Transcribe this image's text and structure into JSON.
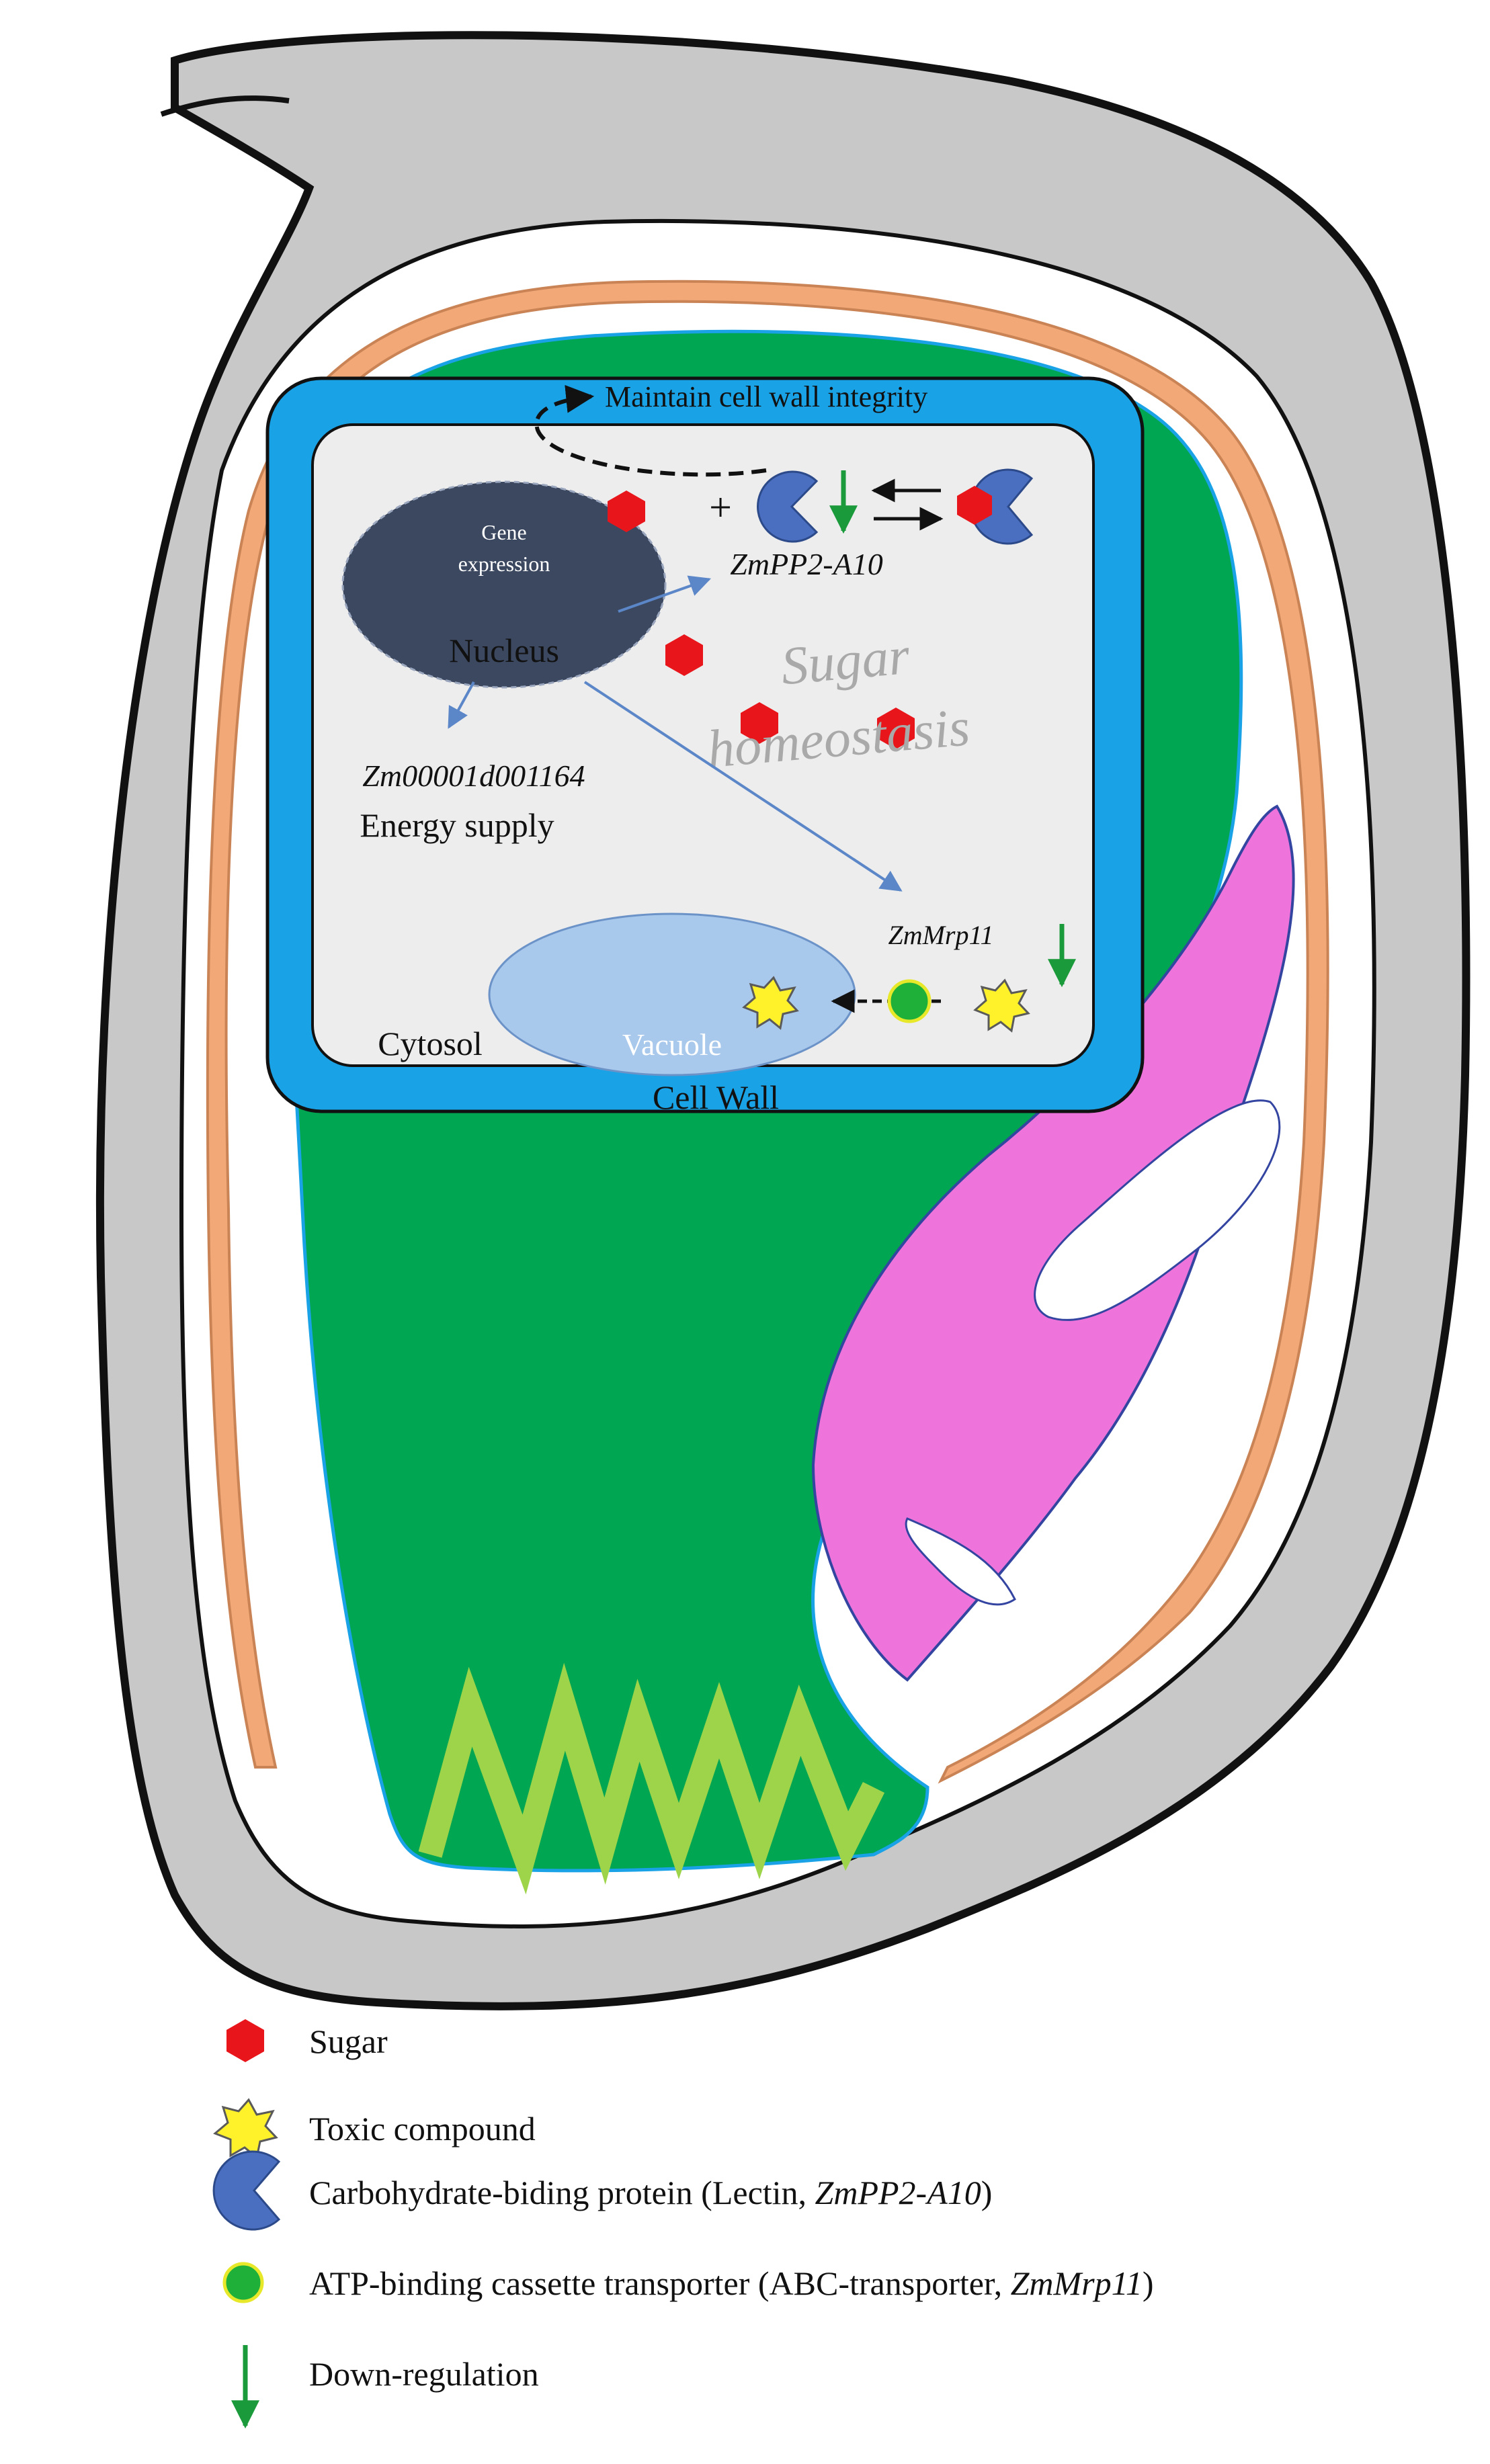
{
  "labels": {
    "maintain": "Maintain cell wall integrity",
    "gene_expression_1": "Gene",
    "gene_expression_2": "expression",
    "nucleus": "Nucleus",
    "plus": "+",
    "zmpp2": "ZmPP2-A10",
    "sugar_homeostasis_1": "Sugar",
    "sugar_homeostasis_2": "homeostasis",
    "zm_gene": "Zm00001d001164",
    "energy_supply": "Energy supply",
    "zmmrp11": "ZmMrp11",
    "vacuole": "Vacuole",
    "cytosol": "Cytosol",
    "cell_wall": "Cell  Wall"
  },
  "legend": {
    "sugar": "Sugar",
    "toxic": "Toxic  compound",
    "lectin_prefix": "Carbohydrate-biding protein (Lectin, ",
    "lectin_gene": "ZmPP2-A10",
    "lectin_suffix": ")",
    "abc_prefix": "ATP-binding cassette transporter (ABC-transporter, ",
    "abc_gene": "ZmMrp11",
    "abc_suffix": ")",
    "down": "Down-regulation"
  },
  "colors": {
    "seed_coat": "#c8c8c8",
    "aleurone": "#f2a877",
    "endosperm": "#00a651",
    "embryo": "#ee74db",
    "cell_wall": "#1aa2e6",
    "cytosol": "#ededed",
    "nucleus": "#3b4860",
    "vacuole": "#a8c8ec",
    "sugar": "#e8161b",
    "toxic": "#fff22a",
    "lectin": "#4a6fc0",
    "transporter": "#1fb03a",
    "down_arrow": "#1a9a3a",
    "pedicel": "#9ed44a",
    "signal_arrow": "#5b86c8"
  }
}
